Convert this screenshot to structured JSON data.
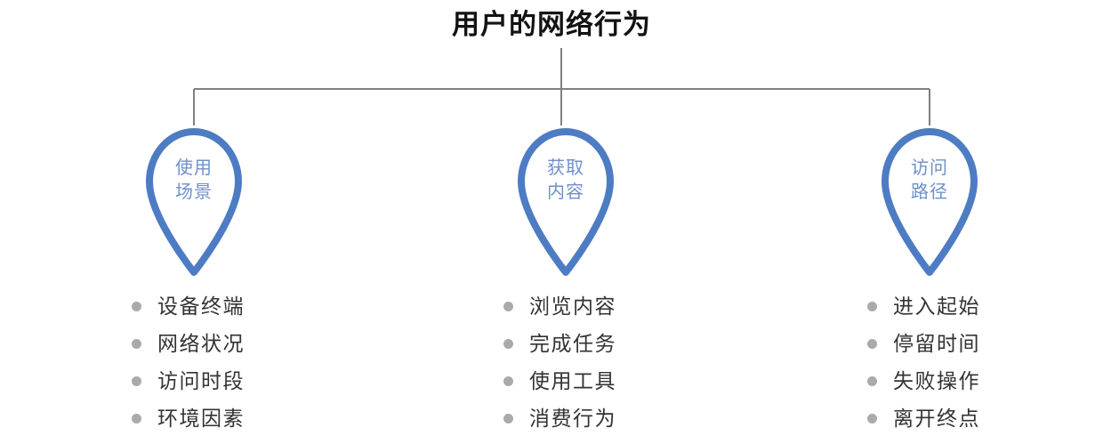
{
  "title": "用户的网络行为",
  "colors": {
    "pin_stroke": "#4d7cc3",
    "pin_text": "#6e90cb",
    "connector_line": "#808080",
    "bullet_dot": "#aaaaaa",
    "list_text": "#333333",
    "title_text": "#131313",
    "background": "#ffffff"
  },
  "branches": [
    {
      "id": "usage",
      "pin_icon": "map-pin-icon",
      "pin_line1": "使用",
      "pin_line2": "场景",
      "items": [
        "设备终端",
        "网络状况",
        "访问时段",
        "环境因素"
      ]
    },
    {
      "id": "content",
      "pin_icon": "map-pin-icon",
      "pin_line1": "获取",
      "pin_line2": "内容",
      "items": [
        "浏览内容",
        "完成任务",
        "使用工具",
        "消费行为"
      ]
    },
    {
      "id": "path",
      "pin_icon": "map-pin-icon",
      "pin_line1": "访问",
      "pin_line2": "路径",
      "items": [
        "进入起始",
        "停留时间",
        "失败操作",
        "离开终点"
      ]
    }
  ]
}
